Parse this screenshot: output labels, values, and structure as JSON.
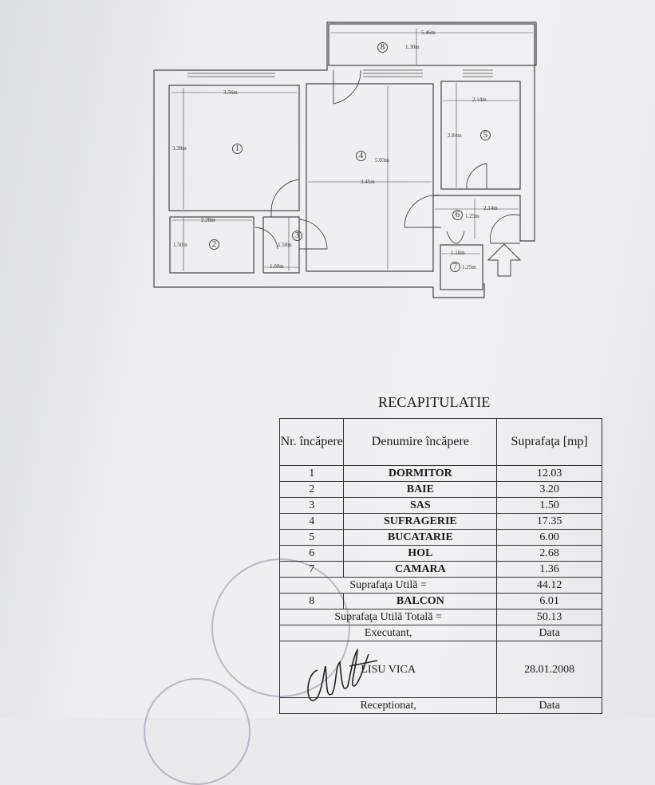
{
  "plan": {
    "dimensions": {
      "balcony_width": "5.46m",
      "balcony_depth": "1.30m",
      "room1_width": "3.56m",
      "room1_height": "3.38m",
      "room2_width": "2.28m",
      "room2_height": "1.50m",
      "room3_height": "1.50m",
      "room3_width": "1.00m",
      "room4_height": "5.03m",
      "room4_width": "3.45m",
      "room5_width": "2.14m",
      "room5_height": "2.84m",
      "room6_width": "2.14m",
      "room6_height": "1.25m",
      "room7_width": "1.16m",
      "room7_height": "1.25m"
    },
    "room_numbers": [
      "1",
      "2",
      "3",
      "4",
      "5",
      "6",
      "7",
      "8"
    ]
  },
  "recap": {
    "title": "RECAPITULATIE",
    "headers": [
      "Nr. încăpere",
      "Denumire încăpere",
      "Suprafaţa [mp]"
    ],
    "rows": [
      {
        "nr": "1",
        "name": "DORMITOR",
        "area": "12.03"
      },
      {
        "nr": "2",
        "name": "BAIE",
        "area": "3.20"
      },
      {
        "nr": "3",
        "name": "SAS",
        "area": "1.50"
      },
      {
        "nr": "4",
        "name": "SUFRAGERIE",
        "area": "17.35"
      },
      {
        "nr": "5",
        "name": "BUCATARIE",
        "area": "6.00"
      },
      {
        "nr": "6",
        "name": "HOL",
        "area": "2.68"
      },
      {
        "nr": "7",
        "name": "CAMARA",
        "area": "1.36"
      }
    ],
    "useful_label": "Suprafaţa Utilă =",
    "useful_value": "44.12",
    "balcony": {
      "nr": "8",
      "name": "BALCON",
      "area": "6.01"
    },
    "total_label": "Suprafaţa Utilă Totală =",
    "total_value": "50.13",
    "executant_label": "Executant,",
    "date_label": "Data",
    "executant_name": "LISU VICA",
    "executant_date": "28.01.2008",
    "receptionat_label": "Receptionat,",
    "date_label2": "Data"
  }
}
